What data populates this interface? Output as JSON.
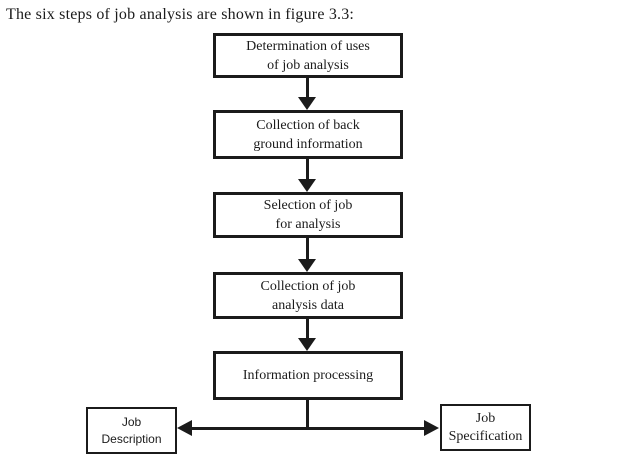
{
  "page": {
    "title": "The six steps of job analysis are shown in figure 3.3:"
  },
  "flowchart": {
    "steps": [
      {
        "label": "Determination of uses\nof job analysis"
      },
      {
        "label": "Collection of back\nground information"
      },
      {
        "label": "Selection of job\nfor analysis"
      },
      {
        "label": "Collection of job\nanalysis data"
      },
      {
        "label": "Information processing"
      }
    ],
    "outputs": {
      "left": {
        "label": "Job\nDescription"
      },
      "right": {
        "label": "Job\nSpecification"
      }
    },
    "colors": {
      "line": "#1b1b1b",
      "background": "#ffffff"
    }
  }
}
